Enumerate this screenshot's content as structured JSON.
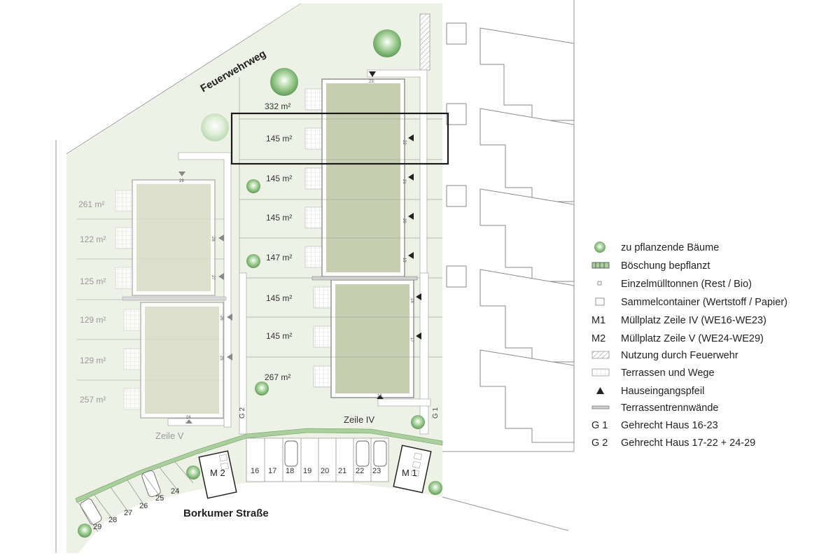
{
  "streets": {
    "feuerwehrweg": "Feuerwehrweg",
    "borkumer": "Borkumer Straße"
  },
  "rows": {
    "zeile_iv": "Zeile IV",
    "zeile_v": "Zeile V"
  },
  "areas_iv": [
    "332 m²",
    "145 m²",
    "145 m²",
    "145 m²",
    "147 m²",
    "145 m²",
    "145 m²",
    "267 m²"
  ],
  "areas_v": [
    "261 m²",
    "122 m²",
    "125 m²",
    "129 m²",
    "129 m²",
    "257 m²"
  ],
  "house_numbers_iv": [
    "23",
    "22",
    "21",
    "20",
    "19",
    "18",
    "17",
    "16"
  ],
  "house_numbers_v": [
    "29",
    "28",
    "27",
    "26",
    "25",
    "24"
  ],
  "gehrecht_labels": [
    "G 1",
    "G 2"
  ],
  "parking_iv": [
    "16",
    "17",
    "18",
    "19",
    "20",
    "21",
    "22",
    "23"
  ],
  "parking_v": [
    "29",
    "28",
    "27",
    "26",
    "25",
    "24"
  ],
  "muellplatz": [
    "M 1",
    "M 2"
  ],
  "legend": [
    {
      "code": "",
      "icon": "tree-icon",
      "text": "zu pflanzende Bäume"
    },
    {
      "code": "",
      "icon": "slope-icon",
      "text": "Böschung bepflanzt"
    },
    {
      "code": "",
      "icon": "small-bin-icon",
      "text": "Einzelmülltonnen (Rest / Bio)"
    },
    {
      "code": "",
      "icon": "container-icon",
      "text": "Sammelcontainer (Wertstoff / Papier)"
    },
    {
      "code": "M1",
      "icon": "",
      "text": "Müllplatz Zeile IV (WE16-WE23)"
    },
    {
      "code": "M2",
      "icon": "",
      "text": "Müllplatz Zeile V (WE24-WE29)"
    },
    {
      "code": "",
      "icon": "hatch-icon",
      "text": "Nutzung durch Feuerwehr"
    },
    {
      "code": "",
      "icon": "grid-icon",
      "text": "Terrassen und Wege"
    },
    {
      "code": "",
      "icon": "arrow-up-icon",
      "text": "Hauseingangspfeil"
    },
    {
      "code": "",
      "icon": "wall-icon",
      "text": "Terrassentrennwände"
    },
    {
      "code": "G 1",
      "icon": "",
      "text": "Gehrecht Haus 16-23"
    },
    {
      "code": "G 2",
      "icon": "",
      "text": "Gehrecht Haus 17-22 + 24-29"
    }
  ],
  "colors": {
    "lawn": "#eef2e6",
    "roof_iv": "#c9d0b3",
    "roof_v": "#d9ddc8",
    "tree": "#7fb874",
    "highlight": "#1a1a1a"
  }
}
